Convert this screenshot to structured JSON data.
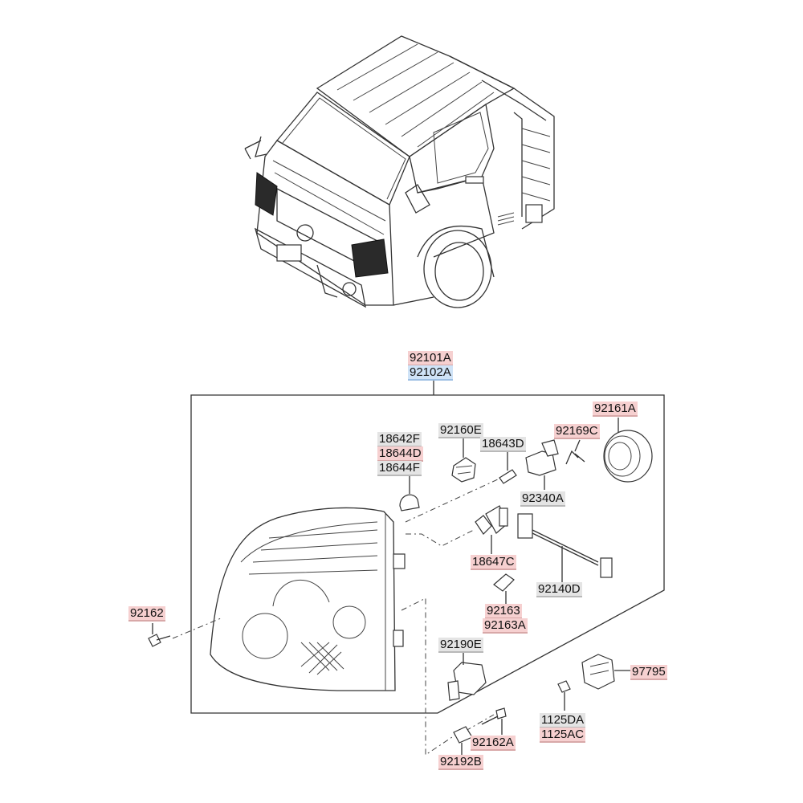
{
  "labels": {
    "assembly_a": "92101A",
    "assembly_b": "92102A",
    "p18642F": "18642F",
    "p18644D": "18644D",
    "p18644F": "18644F",
    "p92160E": "92160E",
    "p18643D": "18643D",
    "p92169C": "92169C",
    "p92161A": "92161A",
    "p92340A": "92340A",
    "p18647C": "18647C",
    "p92140D": "92140D",
    "p92162": "92162",
    "p92163": "92163",
    "p92163A": "92163A",
    "p92190E": "92190E",
    "p97795": "97795",
    "p1125DA": "1125DA",
    "p1125AC": "1125AC",
    "p92162A": "92162A",
    "p92192B": "92192B"
  },
  "highlight_colors": {
    "red": "#f6d0d0",
    "blue": "#cfe3f7",
    "gray": "#e4e4e4"
  }
}
